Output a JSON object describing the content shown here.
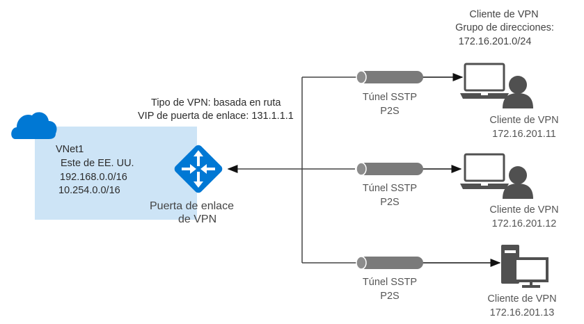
{
  "vnet": {
    "name": "VNet1",
    "region": "Este de EE. UU.",
    "address_spaces": [
      "192.168.0.0/16",
      "10.254.0.0/16"
    ]
  },
  "gateway": {
    "label_line1": "Puerta de enlace",
    "label_line2": "de VPN",
    "vpn_type": "Tipo de VPN: basada en ruta",
    "vip": "VIP de puerta de enlace: 131.1.1.1"
  },
  "address_pool": {
    "line1": "Cliente de VPN",
    "line2": "Grupo de direcciones:",
    "line3": "172.16.201.0/24"
  },
  "tunnels": [
    {
      "line1": "Túnel SSTP",
      "line2": "P2S"
    },
    {
      "line1": "Túnel SSTP",
      "line2": "P2S"
    },
    {
      "line1": "Túnel SSTP",
      "line2": "P2S"
    }
  ],
  "clients": [
    {
      "label": "Cliente de VPN",
      "ip": "172.16.201.11",
      "device": "laptop-user"
    },
    {
      "label": "Cliente de VPN",
      "ip": "172.16.201.12",
      "device": "laptop-user"
    },
    {
      "label": "Cliente de VPN",
      "ip": "172.16.201.13",
      "device": "desktop"
    }
  ],
  "colors": {
    "azure_blue": "#0078d4",
    "vnet_fill": "#cde4f6",
    "tunnel_gray": "#7a7a7a",
    "icon_gray": "#505050",
    "line": "#333333"
  }
}
